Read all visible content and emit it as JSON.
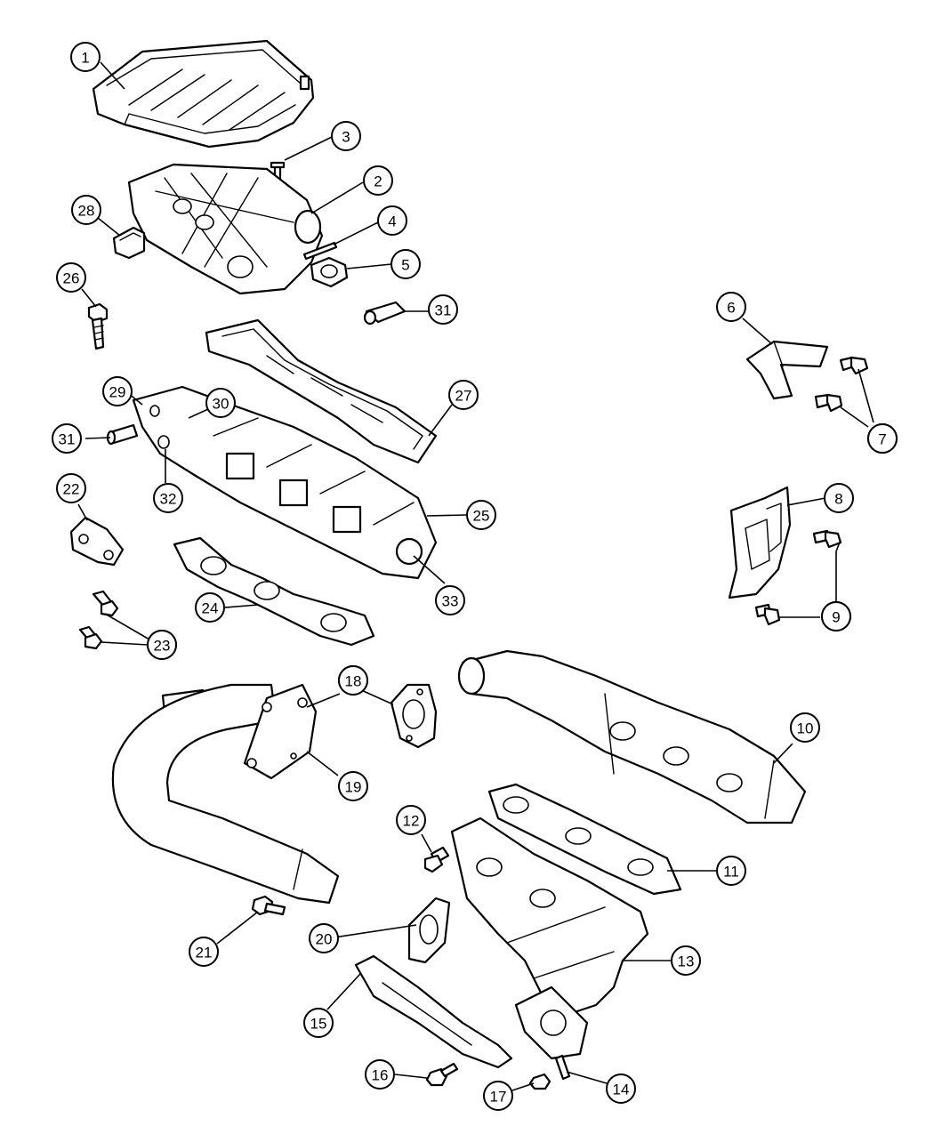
{
  "callouts": [
    {
      "label": "1"
    },
    {
      "label": "2"
    },
    {
      "label": "3"
    },
    {
      "label": "4"
    },
    {
      "label": "5"
    },
    {
      "label": "31"
    },
    {
      "label": "28"
    },
    {
      "label": "26"
    },
    {
      "label": "6"
    },
    {
      "label": "7"
    },
    {
      "label": "7"
    },
    {
      "label": "29"
    },
    {
      "label": "30"
    },
    {
      "label": "27"
    },
    {
      "label": "31"
    },
    {
      "label": "32"
    },
    {
      "label": "22"
    },
    {
      "label": "25"
    },
    {
      "label": "8"
    },
    {
      "label": "9"
    },
    {
      "label": "9"
    },
    {
      "label": "33"
    },
    {
      "label": "24"
    },
    {
      "label": "23"
    },
    {
      "label": "23"
    },
    {
      "label": "18"
    },
    {
      "label": "18"
    },
    {
      "label": "10"
    },
    {
      "label": "19"
    },
    {
      "label": "12"
    },
    {
      "label": "11"
    },
    {
      "label": "21"
    },
    {
      "label": "20"
    },
    {
      "label": "13"
    },
    {
      "label": "15"
    },
    {
      "label": "16"
    },
    {
      "label": "17"
    },
    {
      "label": "14"
    }
  ]
}
